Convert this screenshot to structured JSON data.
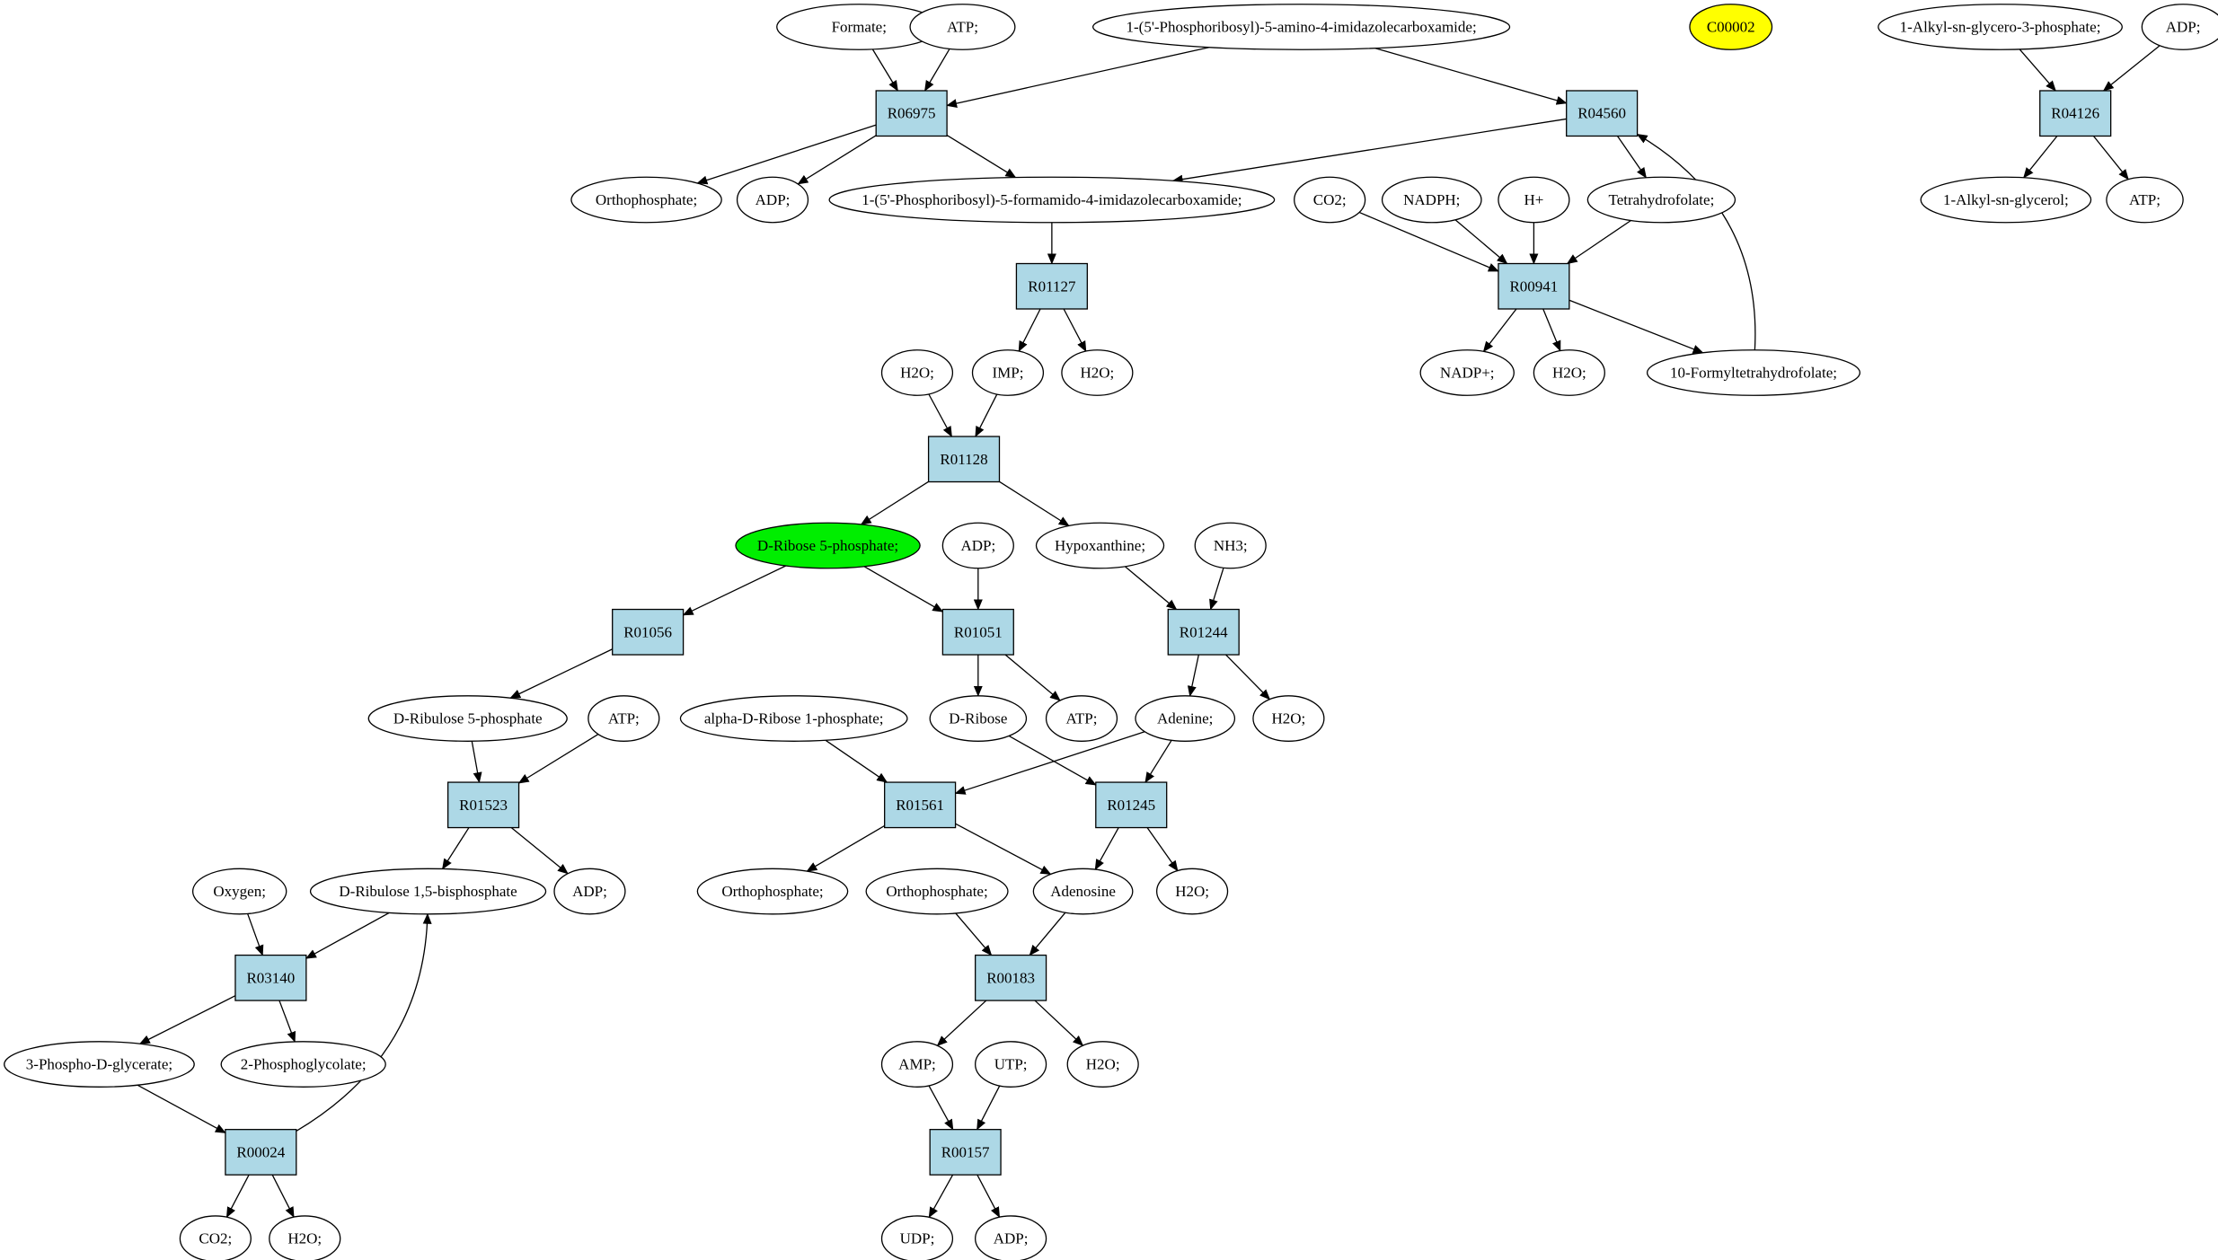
{
  "colors": {
    "reaction_fill": "#add8e6",
    "compound_fill": "#ffffff",
    "highlight_source": "#00ee00",
    "highlight_target": "#ffff00",
    "stroke": "#000000"
  },
  "nodes": [
    {
      "id": "c_formate",
      "kind": "compound",
      "label": "Formate;"
    },
    {
      "id": "c_atp1",
      "kind": "compound",
      "label": "ATP;"
    },
    {
      "id": "c_aicar",
      "kind": "compound",
      "label": "1-(5'-Phosphoribosyl)-5-amino-4-imidazolecarboxamide;"
    },
    {
      "id": "c_c00002",
      "kind": "compound",
      "label": "C00002",
      "highlight": "target"
    },
    {
      "id": "c_alkylgp",
      "kind": "compound",
      "label": "1-Alkyl-sn-glycero-3-phosphate;"
    },
    {
      "id": "c_adp_top",
      "kind": "compound",
      "label": "ADP;"
    },
    {
      "id": "r_R06975",
      "kind": "reaction",
      "label": "R06975"
    },
    {
      "id": "r_R04560",
      "kind": "reaction",
      "label": "R04560"
    },
    {
      "id": "r_R04126",
      "kind": "reaction",
      "label": "R04126"
    },
    {
      "id": "c_orthophosphate1",
      "kind": "compound",
      "label": "Orthophosphate;"
    },
    {
      "id": "c_adp1",
      "kind": "compound",
      "label": "ADP;"
    },
    {
      "id": "c_faicar",
      "kind": "compound",
      "label": "1-(5'-Phosphoribosyl)-5-formamido-4-imidazolecarboxamide;"
    },
    {
      "id": "c_co2_1",
      "kind": "compound",
      "label": "CO2;"
    },
    {
      "id": "c_nadph",
      "kind": "compound",
      "label": "NADPH;"
    },
    {
      "id": "c_hplus",
      "kind": "compound",
      "label": "H+"
    },
    {
      "id": "c_thf",
      "kind": "compound",
      "label": "Tetrahydrofolate;"
    },
    {
      "id": "c_alkylg",
      "kind": "compound",
      "label": "1-Alkyl-sn-glycerol;"
    },
    {
      "id": "c_atp_r04126",
      "kind": "compound",
      "label": "ATP;"
    },
    {
      "id": "r_R01127",
      "kind": "reaction",
      "label": "R01127"
    },
    {
      "id": "r_R00941",
      "kind": "reaction",
      "label": "R00941"
    },
    {
      "id": "c_h2o_a",
      "kind": "compound",
      "label": "H2O;"
    },
    {
      "id": "c_imp",
      "kind": "compound",
      "label": "IMP;"
    },
    {
      "id": "c_h2o_b",
      "kind": "compound",
      "label": "H2O;"
    },
    {
      "id": "c_nadpplus",
      "kind": "compound",
      "label": "NADP+;"
    },
    {
      "id": "c_h2o_c",
      "kind": "compound",
      "label": "H2O;"
    },
    {
      "id": "c_fthf",
      "kind": "compound",
      "label": "10-Formyltetrahydrofolate;"
    },
    {
      "id": "r_R01128",
      "kind": "reaction",
      "label": "R01128"
    },
    {
      "id": "c_r5p",
      "kind": "compound",
      "label": "D-Ribose 5-phosphate;",
      "highlight": "source"
    },
    {
      "id": "c_adp2",
      "kind": "compound",
      "label": "ADP;"
    },
    {
      "id": "c_hypoxanthine",
      "kind": "compound",
      "label": "Hypoxanthine;"
    },
    {
      "id": "c_nh3",
      "kind": "compound",
      "label": "NH3;"
    },
    {
      "id": "r_R01056",
      "kind": "reaction",
      "label": "R01056"
    },
    {
      "id": "r_R01051",
      "kind": "reaction",
      "label": "R01051"
    },
    {
      "id": "r_R01244",
      "kind": "reaction",
      "label": "R01244"
    },
    {
      "id": "c_ru5p",
      "kind": "compound",
      "label": "D-Ribulose 5-phosphate"
    },
    {
      "id": "c_atp3",
      "kind": "compound",
      "label": "ATP;"
    },
    {
      "id": "c_adr1p",
      "kind": "compound",
      "label": "alpha-D-Ribose 1-phosphate;"
    },
    {
      "id": "c_dribose",
      "kind": "compound",
      "label": "D-Ribose"
    },
    {
      "id": "c_atp4",
      "kind": "compound",
      "label": "ATP;"
    },
    {
      "id": "c_adenine",
      "kind": "compound",
      "label": "Adenine;"
    },
    {
      "id": "c_h2o_d",
      "kind": "compound",
      "label": "H2O;"
    },
    {
      "id": "r_R01523",
      "kind": "reaction",
      "label": "R01523"
    },
    {
      "id": "r_R01561",
      "kind": "reaction",
      "label": "R01561"
    },
    {
      "id": "r_R01245",
      "kind": "reaction",
      "label": "R01245"
    },
    {
      "id": "c_oxygen",
      "kind": "compound",
      "label": "Oxygen;"
    },
    {
      "id": "c_rubp",
      "kind": "compound",
      "label": "D-Ribulose 1,5-bisphosphate"
    },
    {
      "id": "c_adp3",
      "kind": "compound",
      "label": "ADP;"
    },
    {
      "id": "c_orthophosphate2",
      "kind": "compound",
      "label": "Orthophosphate;"
    },
    {
      "id": "c_orthophosphate3",
      "kind": "compound",
      "label": "Orthophosphate;"
    },
    {
      "id": "c_adenosine",
      "kind": "compound",
      "label": "Adenosine"
    },
    {
      "id": "c_h2o_e",
      "kind": "compound",
      "label": "H2O;"
    },
    {
      "id": "r_R03140",
      "kind": "reaction",
      "label": "R03140"
    },
    {
      "id": "r_R00183",
      "kind": "reaction",
      "label": "R00183"
    },
    {
      "id": "c_3pg",
      "kind": "compound",
      "label": "3-Phospho-D-glycerate;"
    },
    {
      "id": "c_2pglyc",
      "kind": "compound",
      "label": "2-Phosphoglycolate;"
    },
    {
      "id": "c_amp",
      "kind": "compound",
      "label": "AMP;"
    },
    {
      "id": "c_utp",
      "kind": "compound",
      "label": "UTP;"
    },
    {
      "id": "c_h2o_f",
      "kind": "compound",
      "label": "H2O;"
    },
    {
      "id": "r_R00024",
      "kind": "reaction",
      "label": "R00024"
    },
    {
      "id": "r_R00157",
      "kind": "reaction",
      "label": "R00157"
    },
    {
      "id": "c_co2_2",
      "kind": "compound",
      "label": "CO2;"
    },
    {
      "id": "c_h2o_g",
      "kind": "compound",
      "label": "H2O;"
    },
    {
      "id": "c_udp",
      "kind": "compound",
      "label": "UDP;"
    },
    {
      "id": "c_adp4",
      "kind": "compound",
      "label": "ADP;"
    }
  ],
  "edges": [
    [
      "c_formate",
      "r_R06975"
    ],
    [
      "c_atp1",
      "r_R06975"
    ],
    [
      "c_aicar",
      "r_R06975"
    ],
    [
      "c_aicar",
      "r_R04560"
    ],
    [
      "c_alkylgp",
      "r_R04126"
    ],
    [
      "c_adp_top",
      "r_R04126"
    ],
    [
      "r_R06975",
      "c_orthophosphate1"
    ],
    [
      "r_R06975",
      "c_adp1"
    ],
    [
      "r_R06975",
      "c_faicar"
    ],
    [
      "r_R04560",
      "c_faicar"
    ],
    [
      "r_R04560",
      "c_thf"
    ],
    [
      "r_R04126",
      "c_alkylg"
    ],
    [
      "r_R04126",
      "c_atp_r04126"
    ],
    [
      "c_faicar",
      "r_R01127"
    ],
    [
      "c_co2_1",
      "r_R00941"
    ],
    [
      "c_nadph",
      "r_R00941"
    ],
    [
      "c_hplus",
      "r_R00941"
    ],
    [
      "c_thf",
      "r_R00941"
    ],
    [
      "r_R01127",
      "c_imp"
    ],
    [
      "r_R01127",
      "c_h2o_b"
    ],
    [
      "r_R00941",
      "c_nadpplus"
    ],
    [
      "r_R00941",
      "c_h2o_c"
    ],
    [
      "r_R00941",
      "c_fthf"
    ],
    [
      "c_fthf",
      "r_R04560"
    ],
    [
      "c_h2o_a",
      "r_R01128"
    ],
    [
      "c_imp",
      "r_R01128"
    ],
    [
      "r_R01128",
      "c_r5p"
    ],
    [
      "r_R01128",
      "c_hypoxanthine"
    ],
    [
      "c_r5p",
      "r_R01056"
    ],
    [
      "c_r5p",
      "r_R01051"
    ],
    [
      "c_adp2",
      "r_R01051"
    ],
    [
      "c_hypoxanthine",
      "r_R01244"
    ],
    [
      "c_nh3",
      "r_R01244"
    ],
    [
      "r_R01056",
      "c_ru5p"
    ],
    [
      "r_R01051",
      "c_dribose"
    ],
    [
      "r_R01051",
      "c_atp4"
    ],
    [
      "r_R01244",
      "c_adenine"
    ],
    [
      "r_R01244",
      "c_h2o_d"
    ],
    [
      "c_ru5p",
      "r_R01523"
    ],
    [
      "c_atp3",
      "r_R01523"
    ],
    [
      "c_adr1p",
      "r_R01561"
    ],
    [
      "c_adenine",
      "r_R01561"
    ],
    [
      "c_dribose",
      "r_R01245"
    ],
    [
      "c_adenine",
      "r_R01245"
    ],
    [
      "r_R01523",
      "c_rubp"
    ],
    [
      "r_R01523",
      "c_adp3"
    ],
    [
      "r_R01561",
      "c_orthophosphate2"
    ],
    [
      "r_R01561",
      "c_adenosine"
    ],
    [
      "r_R01245",
      "c_adenosine"
    ],
    [
      "r_R01245",
      "c_h2o_e"
    ],
    [
      "c_oxygen",
      "r_R03140"
    ],
    [
      "c_rubp",
      "r_R03140"
    ],
    [
      "c_orthophosphate3",
      "r_R00183"
    ],
    [
      "c_adenosine",
      "r_R00183"
    ],
    [
      "r_R03140",
      "c_3pg"
    ],
    [
      "r_R03140",
      "c_2pglyc"
    ],
    [
      "r_R00183",
      "c_amp"
    ],
    [
      "r_R00183",
      "c_h2o_f"
    ],
    [
      "c_3pg",
      "r_R00024"
    ],
    [
      "c_amp",
      "r_R00157"
    ],
    [
      "c_utp",
      "r_R00157"
    ],
    [
      "r_R00024",
      "c_co2_2"
    ],
    [
      "r_R00024",
      "c_h2o_g"
    ],
    [
      "r_R00024",
      "c_rubp"
    ],
    [
      "r_R00157",
      "c_udp"
    ],
    [
      "r_R00157",
      "c_adp4"
    ]
  ]
}
